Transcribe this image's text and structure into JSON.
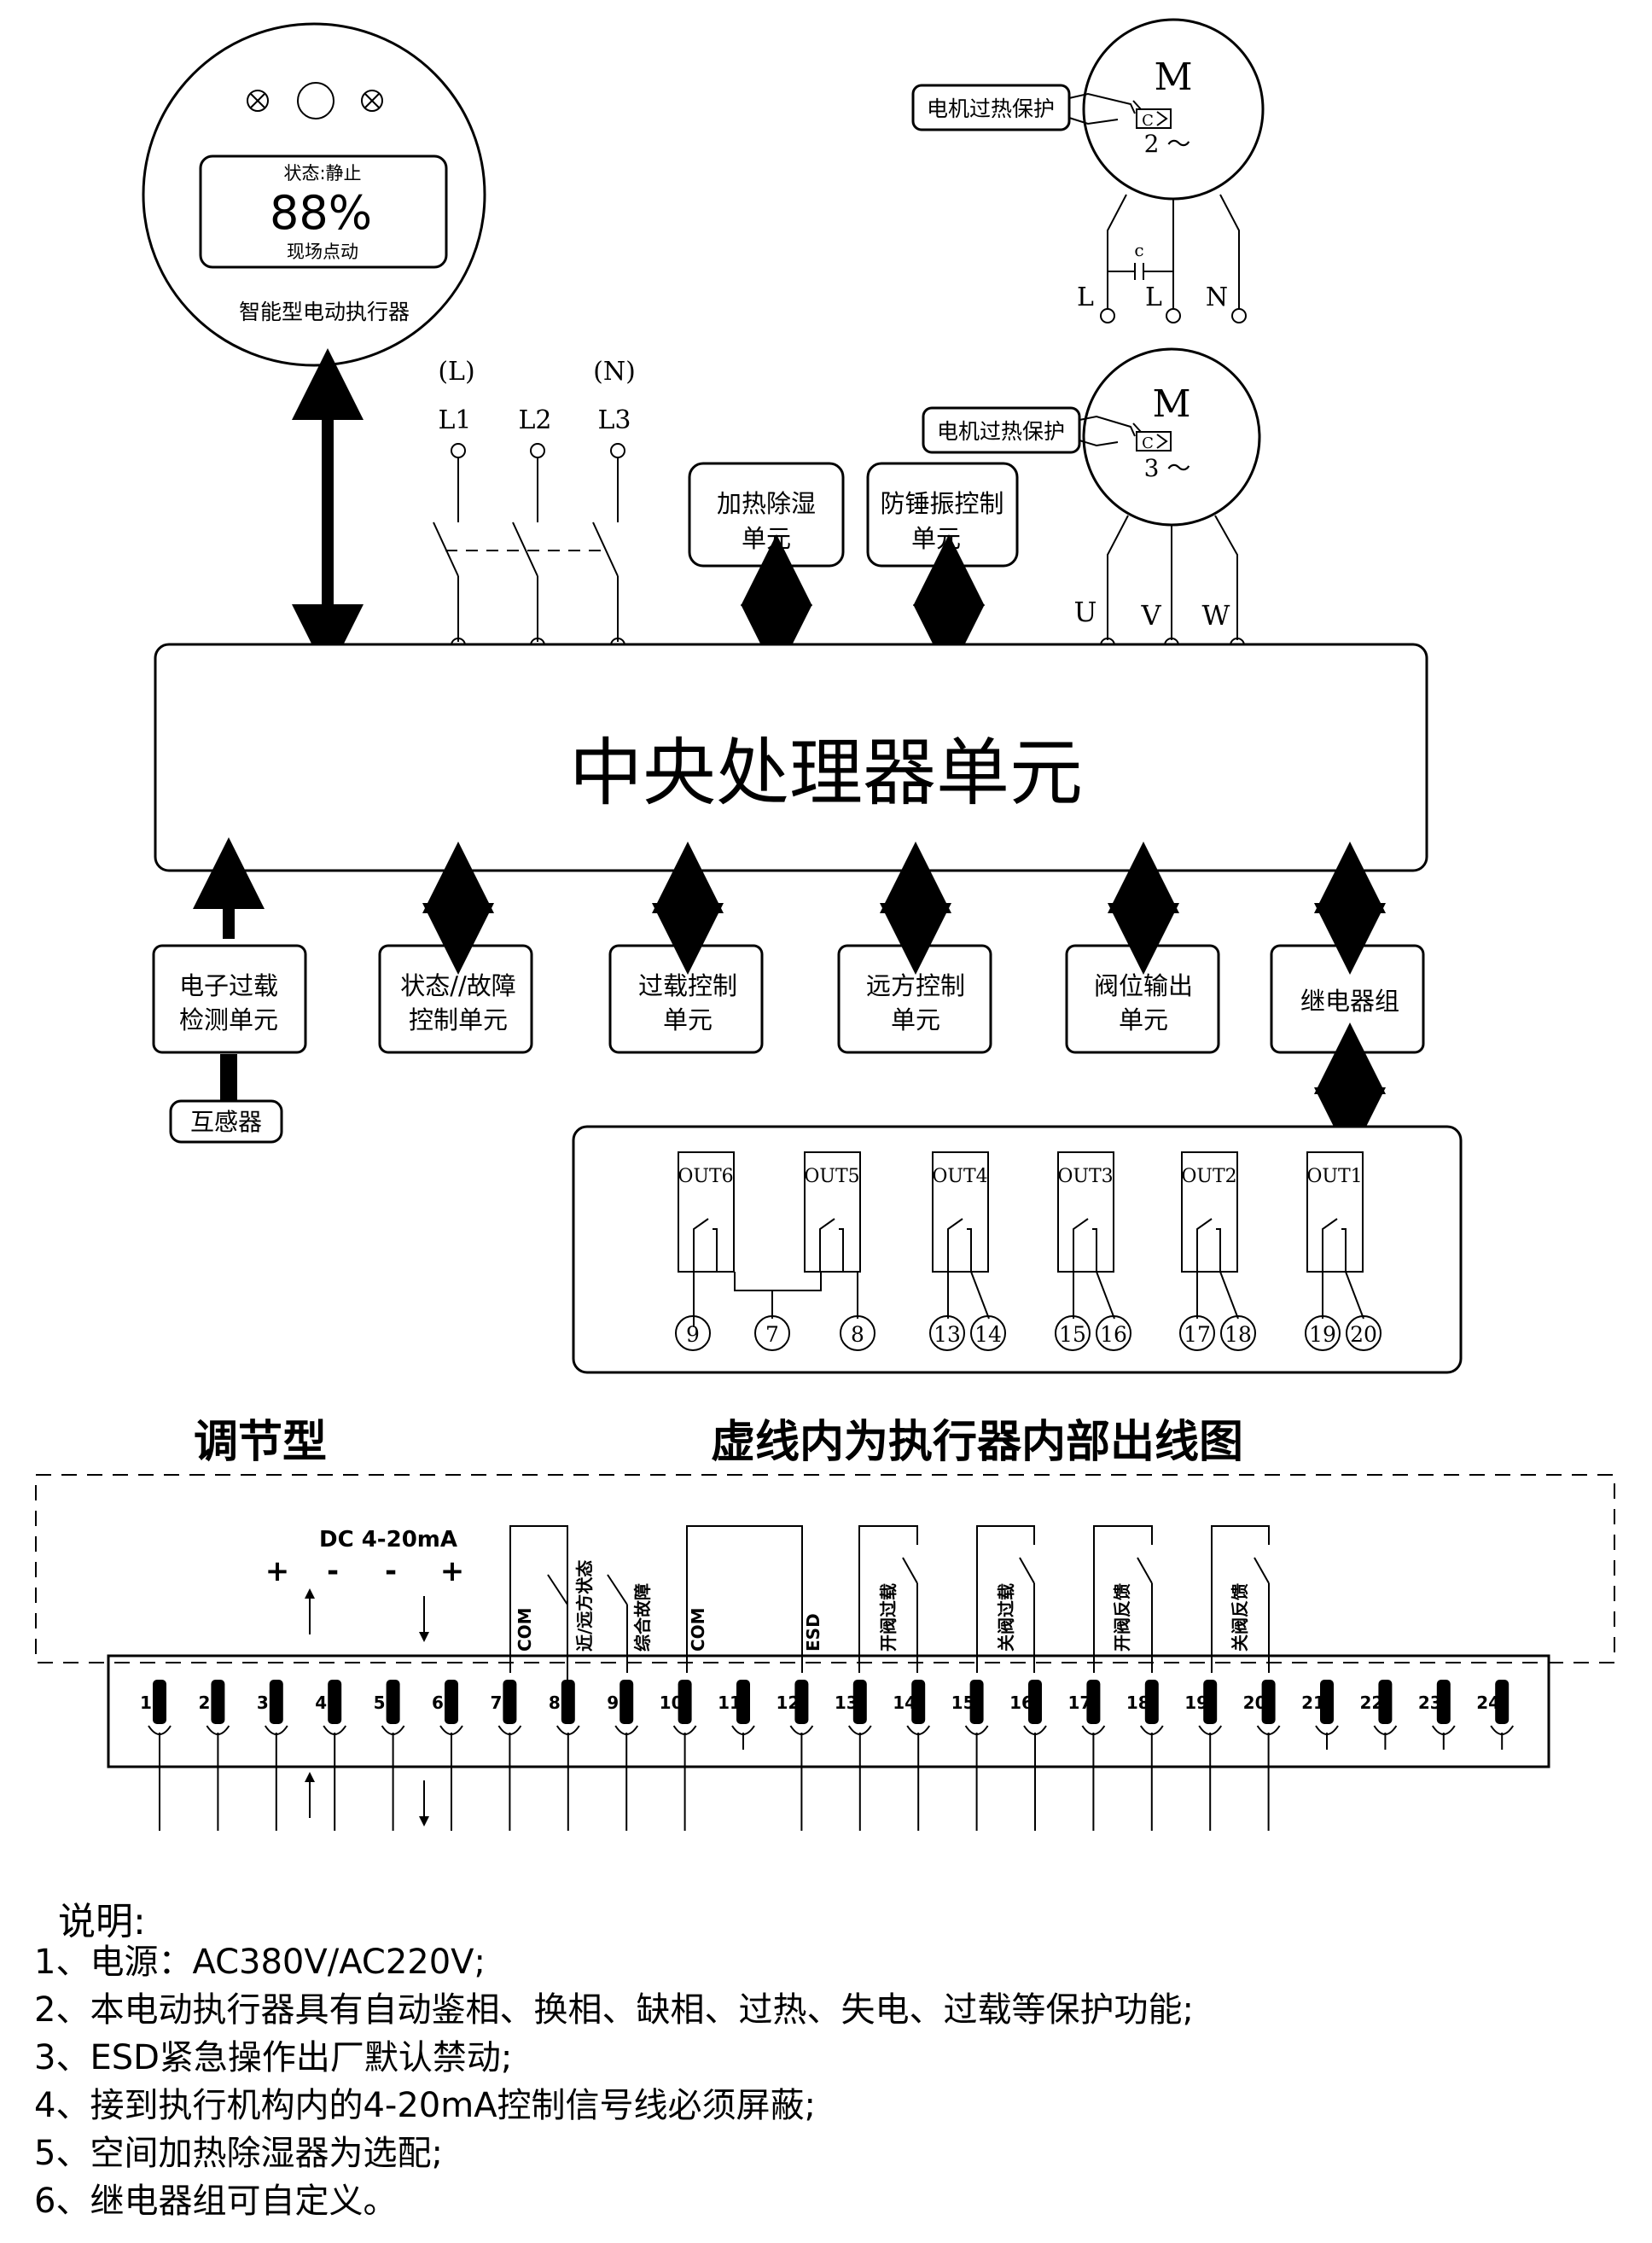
{
  "actuator": {
    "status": "状态:静止",
    "percent": "88%",
    "mode": "现场点动",
    "name": "智能型电动执行器",
    "icons": [
      "cross-circle-icon",
      "circle-icon",
      "cross-circle-icon"
    ]
  },
  "power": {
    "phase_labels": [
      "(L)",
      "(N)"
    ],
    "lines": [
      "L1",
      "L2",
      "L3"
    ]
  },
  "motor1": {
    "letter": "M",
    "phase": "2 ～",
    "overheat": "电机过热保护",
    "c_label": "C",
    "cap_label": "c",
    "terminals": [
      "L",
      "L",
      "N"
    ]
  },
  "motor2": {
    "letter": "M",
    "phase": "3 ～",
    "overheat": "电机过热保护",
    "c_label": "C",
    "terminals": [
      "U",
      "V",
      "W"
    ]
  },
  "top_units": [
    {
      "line1": "加热除湿",
      "line2": "单元"
    },
    {
      "line1": "防锤振控制",
      "line2": "单元"
    }
  ],
  "cpu": "中央处理器单元",
  "bottom_units": [
    {
      "line1": "电子过载",
      "line2": "检测单元"
    },
    {
      "line1": "状态//故障",
      "line2": "控制单元"
    },
    {
      "line1": "过载控制",
      "line2": "单元"
    },
    {
      "line1": "远方控制",
      "line2": "单元"
    },
    {
      "line1": "阀位输出",
      "line2": "单元"
    },
    {
      "line1": "继电器组",
      "line2": ""
    }
  ],
  "transformer": "互感器",
  "relays": {
    "outputs": [
      "OUT6",
      "OUT5",
      "OUT4",
      "OUT3",
      "OUT2",
      "OUT1"
    ],
    "terminals": [
      "9",
      "7",
      "8",
      "13",
      "14",
      "15",
      "16",
      "17",
      "18",
      "19",
      "20"
    ]
  },
  "headings": {
    "type": "调节型",
    "dashed": "虚线内为执行器内部出线图"
  },
  "terminal_strip": {
    "signal": "DC 4-20mA",
    "plus": "+",
    "minus": "-",
    "labels": [
      "COM",
      "近/远方状态",
      "综合故障",
      "COM",
      "ESD",
      "开阀过载",
      "关阀过载",
      "开阀反馈",
      "关阀反馈"
    ],
    "numbers": [
      "1",
      "2",
      "3",
      "4",
      "5",
      "6",
      "7",
      "8",
      "9",
      "10",
      "11",
      "12",
      "13",
      "14",
      "15",
      "16",
      "17",
      "18",
      "19",
      "20",
      "21",
      "22",
      "23",
      "24"
    ]
  },
  "notes": {
    "title": "说明:",
    "items": [
      "1、电源：AC380V/AC220V;",
      "2、本电动执行器具有自动鉴相、换相、缺相、过热、失电、过载等保护功能;",
      "3、ESD紧急操作出厂默认禁动;",
      "4、接到执行机构内的4-20mA控制信号线必须屏蔽;",
      "5、空间加热除湿器为选配;",
      "6、继电器组可自定义。"
    ]
  }
}
